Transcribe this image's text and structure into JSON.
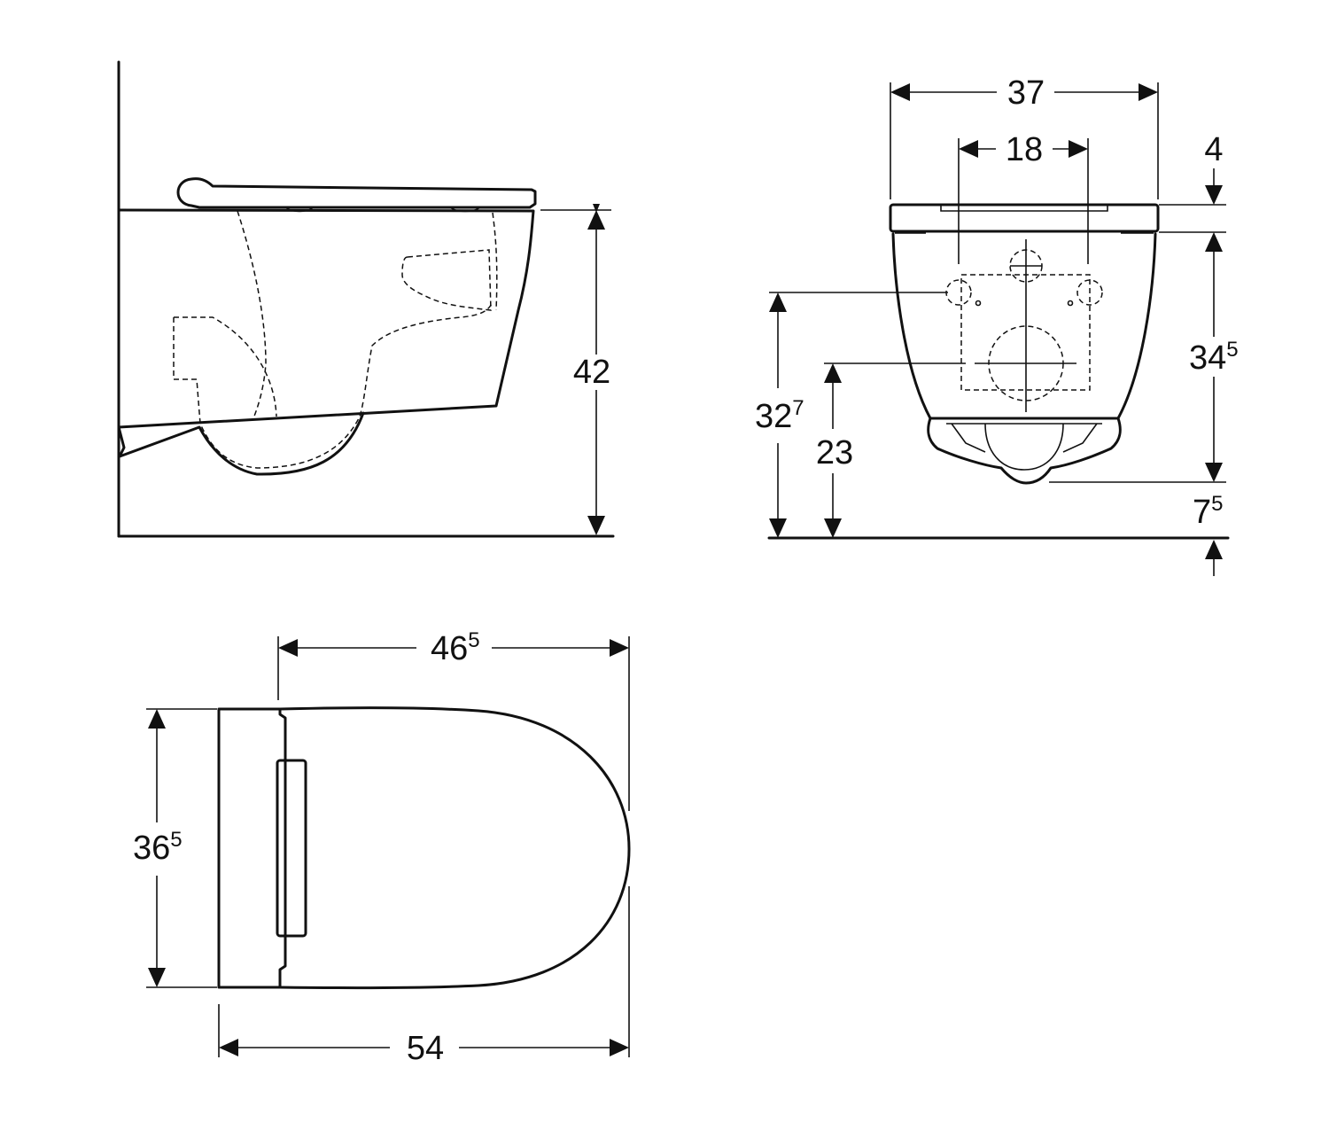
{
  "side_view": {
    "height": {
      "main": "42",
      "sup": ""
    }
  },
  "front_view": {
    "width_total": {
      "main": "37",
      "sup": ""
    },
    "fixing_spacing": {
      "main": "18",
      "sup": ""
    },
    "seat_thickness": {
      "main": "4",
      "sup": ""
    },
    "fixing_height": {
      "main": "32",
      "sup": "7"
    },
    "waste_height": {
      "main": "23",
      "sup": ""
    },
    "bowl_height": {
      "main": "34",
      "sup": "5"
    },
    "clearance": {
      "main": "7",
      "sup": "5"
    }
  },
  "top_view": {
    "depth_seat": {
      "main": "46",
      "sup": "5"
    },
    "width": {
      "main": "36",
      "sup": "5"
    },
    "depth_total": {
      "main": "54",
      "sup": ""
    }
  }
}
